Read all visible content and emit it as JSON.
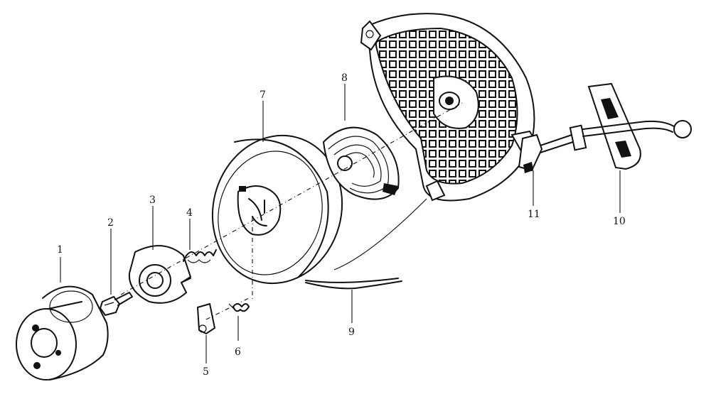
{
  "diagram": {
    "parts": [
      {
        "id": "p1",
        "label": "1"
      },
      {
        "id": "p2",
        "label": "2"
      },
      {
        "id": "p3",
        "label": "3"
      },
      {
        "id": "p4",
        "label": "4"
      },
      {
        "id": "p5",
        "label": "5"
      },
      {
        "id": "p6",
        "label": "6"
      },
      {
        "id": "p7",
        "label": "7"
      },
      {
        "id": "p8",
        "label": "8"
      },
      {
        "id": "p9",
        "label": "9"
      },
      {
        "id": "p10",
        "label": "10"
      },
      {
        "id": "p11",
        "label": "11"
      }
    ]
  }
}
